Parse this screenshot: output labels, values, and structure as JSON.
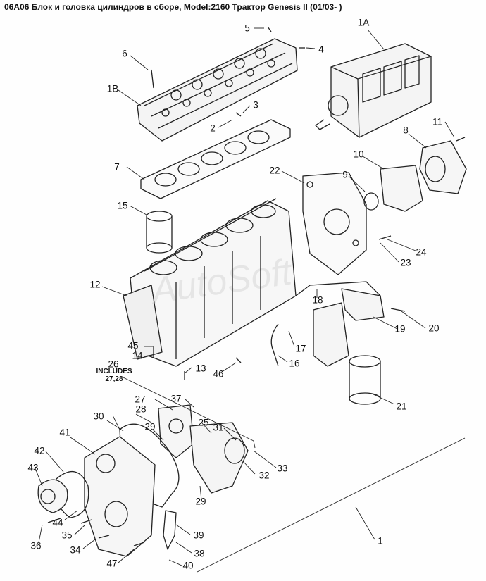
{
  "title": "06A06 Блок и головка цилиндров в сборе, Model:2160 Трактор Genesis II (01/03- )",
  "callouts": {
    "c1": "1",
    "c1A": "1A",
    "c1B": "1B",
    "c2": "2",
    "c3": "3",
    "c4": "4",
    "c5": "5",
    "c6": "6",
    "c7": "7",
    "c8": "8",
    "c9": "9",
    "c10": "10",
    "c11": "11",
    "c12": "12",
    "c13": "13",
    "c14": "14",
    "c15": "15",
    "c16": "16",
    "c17": "17",
    "c18": "18",
    "c19": "19",
    "c20": "20",
    "c21": "21",
    "c22": "22",
    "c23": "23",
    "c24": "24",
    "c25": "25",
    "c26": "26",
    "c26note": "INCLUDES\n27,28",
    "c27": "27",
    "c28": "28",
    "c29a": "29",
    "c29b": "29",
    "c30": "30",
    "c31": "31",
    "c32": "32",
    "c33": "33",
    "c34": "34",
    "c35": "35",
    "c36": "36",
    "c37": "37",
    "c38": "38",
    "c39": "39",
    "c40": "40",
    "c41": "41",
    "c42": "42",
    "c43": "43",
    "c44": "44",
    "c45": "45",
    "c46": "46",
    "c47": "47"
  }
}
